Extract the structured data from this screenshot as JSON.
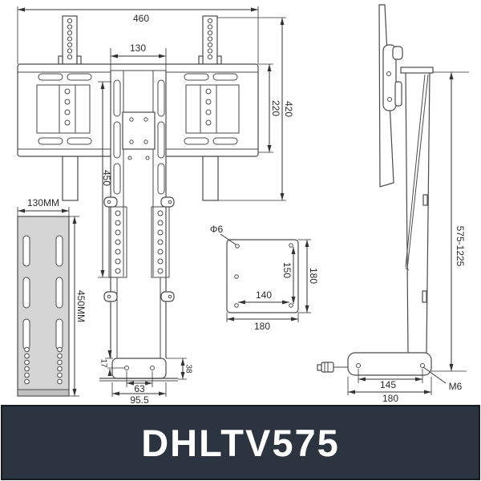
{
  "product": {
    "model": "DHLTV575"
  },
  "colors": {
    "drawing_line": "#4a4a4a",
    "dimension_line": "#333333",
    "strip_fill": "#d5d5d5",
    "banner_background": "#2c3440",
    "banner_border": "#171b22",
    "banner_text": "#ffffff",
    "page_background": "#ffffff"
  },
  "views": {
    "front": {
      "total_width": "460",
      "column_width": "130",
      "plate_height": "220",
      "overall_height": "420",
      "column_height": "450"
    },
    "column_plate": {
      "width": "130MM",
      "height": "450MM"
    },
    "vesa_plate": {
      "hole_diameter": "Φ6",
      "vertical_hole_spacing": "150",
      "plate_height": "180",
      "horizontal_hole_spacing": "140",
      "plate_width": "180"
    },
    "base_front": {
      "hole_edge_offset": "17",
      "base_height": "38",
      "hole_spacing": "63",
      "base_width": "95.5"
    },
    "side": {
      "height_range": "575-1225",
      "base_hole_spacing": "145",
      "base_depth": "180",
      "bolt_size": "M6"
    }
  }
}
